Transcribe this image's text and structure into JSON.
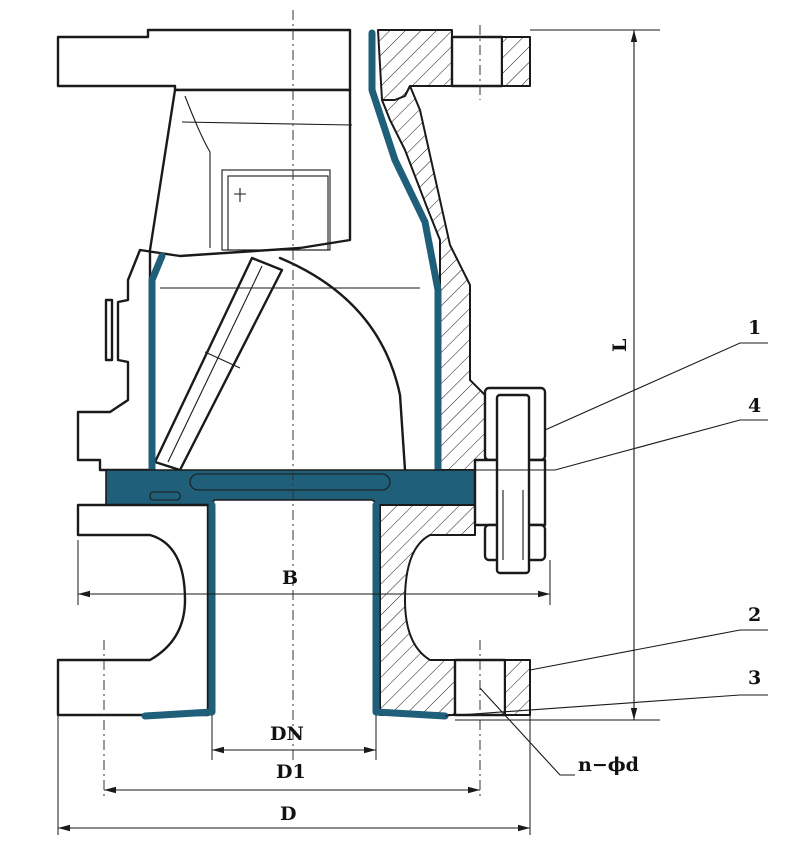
{
  "colors": {
    "lining": "#1f5f7a",
    "line": "#1a1a1a",
    "background": "#ffffff"
  },
  "callouts": {
    "part_1": "1",
    "part_2": "2",
    "part_3": "3",
    "part_4": "4"
  },
  "dimensions": {
    "length": "L",
    "width": "B",
    "nominal_diameter": "DN",
    "bolt_circle": "D1",
    "outer_diameter": "D",
    "bolt_holes": "n−ϕd"
  }
}
